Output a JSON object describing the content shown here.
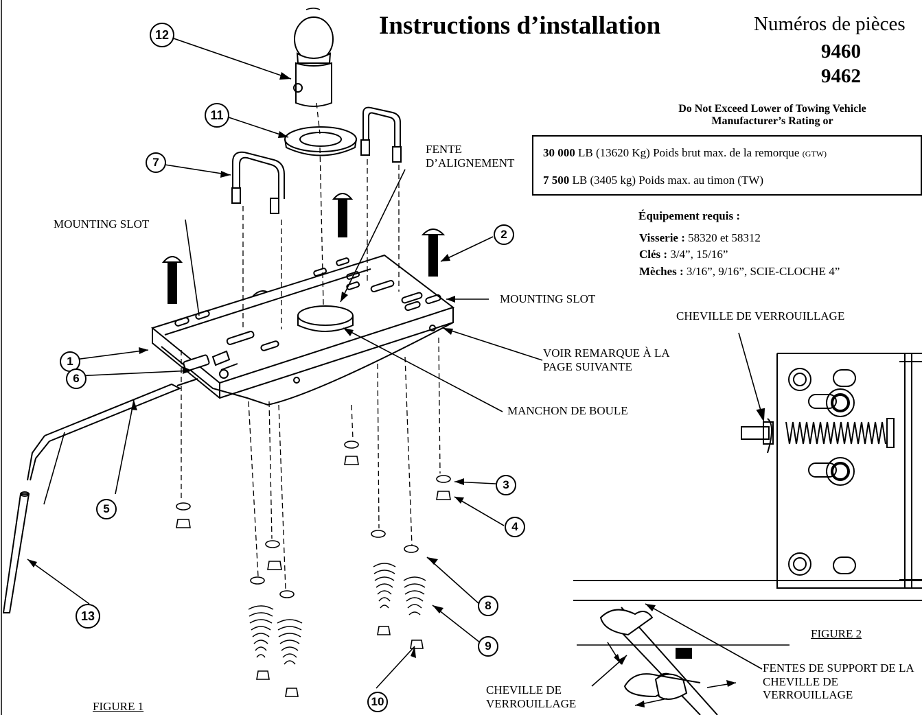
{
  "header": {
    "title": "Instructions d’installation",
    "part_numbers_label": "Numéros de pièces",
    "part_numbers": [
      "9460",
      "9462"
    ]
  },
  "ratings": {
    "note": "Do Not Exceed Lower of Towing Vehicle Manufacturer’s Rating or",
    "gtw": {
      "value": "30 000",
      "text": " LB (13620 Kg) Poids brut max. de la remorque ",
      "suffix": "(GTW)"
    },
    "tw": {
      "value": "7 500",
      "text": " LB (3405 kg) Poids max. au timon (TW)"
    }
  },
  "equipment": {
    "title": "Équipement requis :",
    "hardware_label": "Visserie :",
    "hardware_value": " 58320 et 58312",
    "wrenches_label": "Clés :",
    "wrenches_value": "  3/4”, 15/16”",
    "bits_label": "Mèches :",
    "bits_value": "  3/16”, 9/16”, SCIE-CLOCHE 4”"
  },
  "labels": {
    "mounting_slot_left": "MOUNTING SLOT",
    "mounting_slot_right": "MOUNTING SLOT",
    "alignment_slot": "FENTE D’ALIGNEMENT",
    "see_note": "VOIR REMARQUE À LA PAGE SUIVANTE",
    "ball_sleeve": "MANCHON DE BOULE",
    "locking_pin_top": "CHEVILLE DE VERROUILLAGE",
    "locking_pin_bottom": "CHEVILLE DE VERROUILLAGE",
    "support_slots": "FENTES DE SUPPORT DE LA CHEVILLE DE VERROUILLAGE",
    "figure1": "FIGURE 1",
    "figure2": "FIGURE 2"
  },
  "callouts": [
    "1",
    "2",
    "3",
    "4",
    "5",
    "6",
    "7",
    "8",
    "9",
    "10",
    "11",
    "12",
    "13"
  ]
}
